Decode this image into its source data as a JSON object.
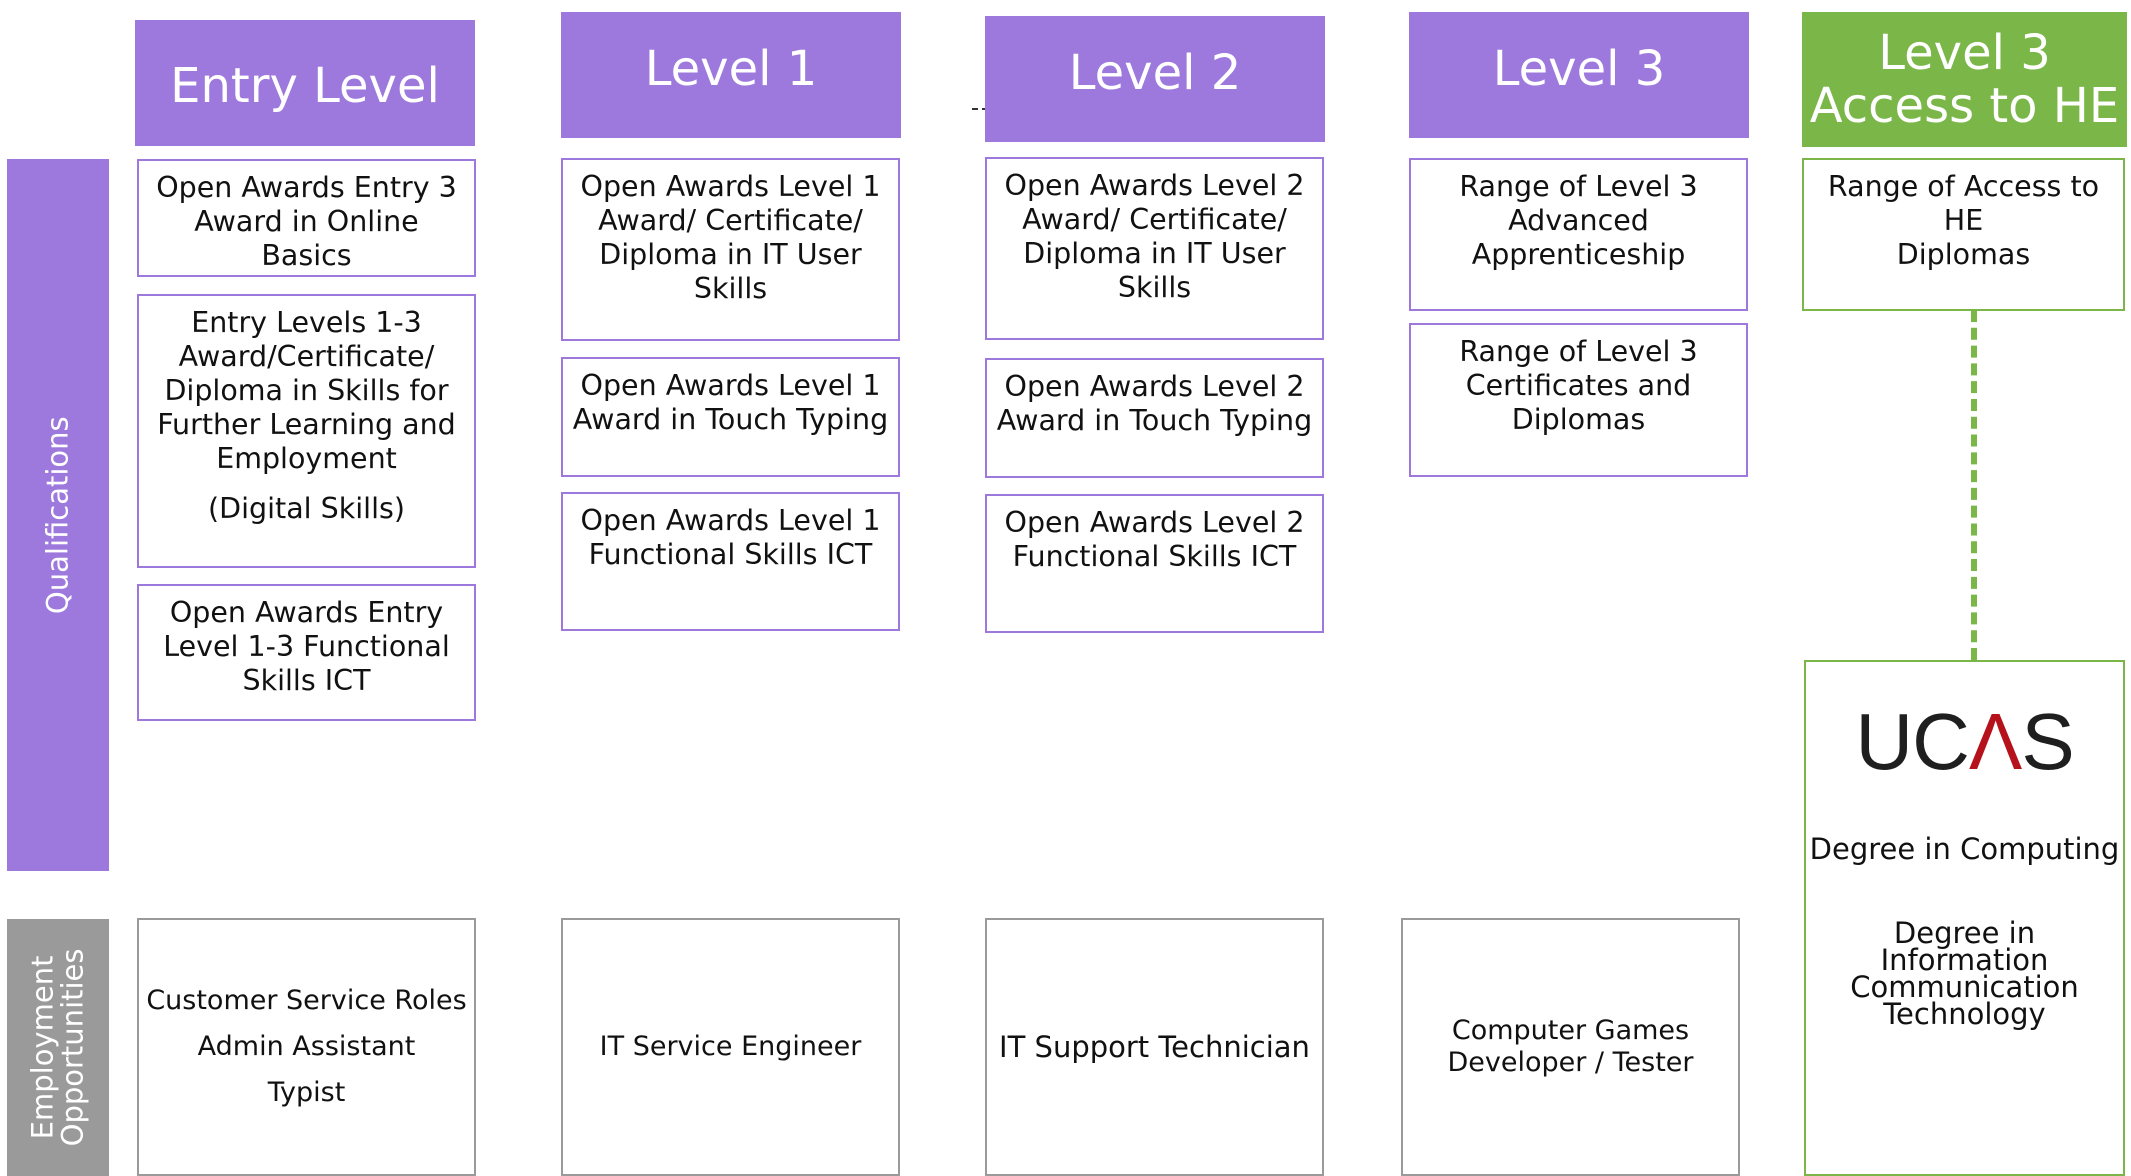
{
  "levels": {
    "entry": "Entry Level",
    "l1": "Level 1",
    "l2": "Level 2",
    "l3": "Level 3",
    "access": [
      "Level 3",
      "Access to HE"
    ]
  },
  "side_labels": {
    "qualifications": "Qualifications",
    "employment": [
      "Employment",
      "Opportunities"
    ]
  },
  "qualifications": {
    "entry": [
      [
        "Open Awards Entry 3",
        "Award in Online Basics"
      ],
      [
        "Entry Levels 1-3",
        "Award/Certificate/",
        "Diploma in Skills for",
        "Further Learning and",
        "Employment",
        "(Digital Skills)"
      ],
      [
        "Open Awards Entry",
        "Level 1-3 Functional",
        "Skills  ICT"
      ]
    ],
    "l1": [
      [
        "Open Awards Level 1",
        "Award/ Certificate/",
        "Diploma in IT User",
        "Skills"
      ],
      [
        "Open Awards Level 1",
        "Award in Touch Typing"
      ],
      [
        "Open Awards  Level 1",
        "Functional Skills  ICT"
      ]
    ],
    "l2": [
      [
        "Open Awards Level 2",
        "Award/ Certificate/",
        "Diploma in IT User",
        "Skills"
      ],
      [
        "Open Awards Level 2",
        "Award in Touch Typing"
      ],
      [
        "Open Awards  Level 2",
        "Functional Skills  ICT"
      ]
    ],
    "l3": [
      [
        "Range of Level 3",
        "Advanced",
        "Apprenticeship"
      ],
      [
        "Range of Level 3",
        "Certificates and",
        "Diplomas"
      ]
    ],
    "access": [
      [
        "Range of Access to HE",
        "Diplomas"
      ]
    ]
  },
  "ucas": {
    "logo_left": "UC",
    "logo_accent": "Λ",
    "logo_right": "S",
    "degree_1": "Degree in Computing",
    "degree_2": [
      "Degree in Information",
      "Communication",
      "Technology"
    ]
  },
  "employment": {
    "entry": [
      "Customer Service Roles",
      "Admin Assistant",
      "Typist"
    ],
    "l1": [
      "IT Service Engineer"
    ],
    "l2": [
      "IT Support Technician"
    ],
    "l3": [
      "Computer Games",
      "Developer / Tester"
    ]
  },
  "colors": {
    "purple": "#9d78dd",
    "green": "#7ab648",
    "grey_panel": "#9a9a9a",
    "ucas_accent": "#b5121b"
  }
}
